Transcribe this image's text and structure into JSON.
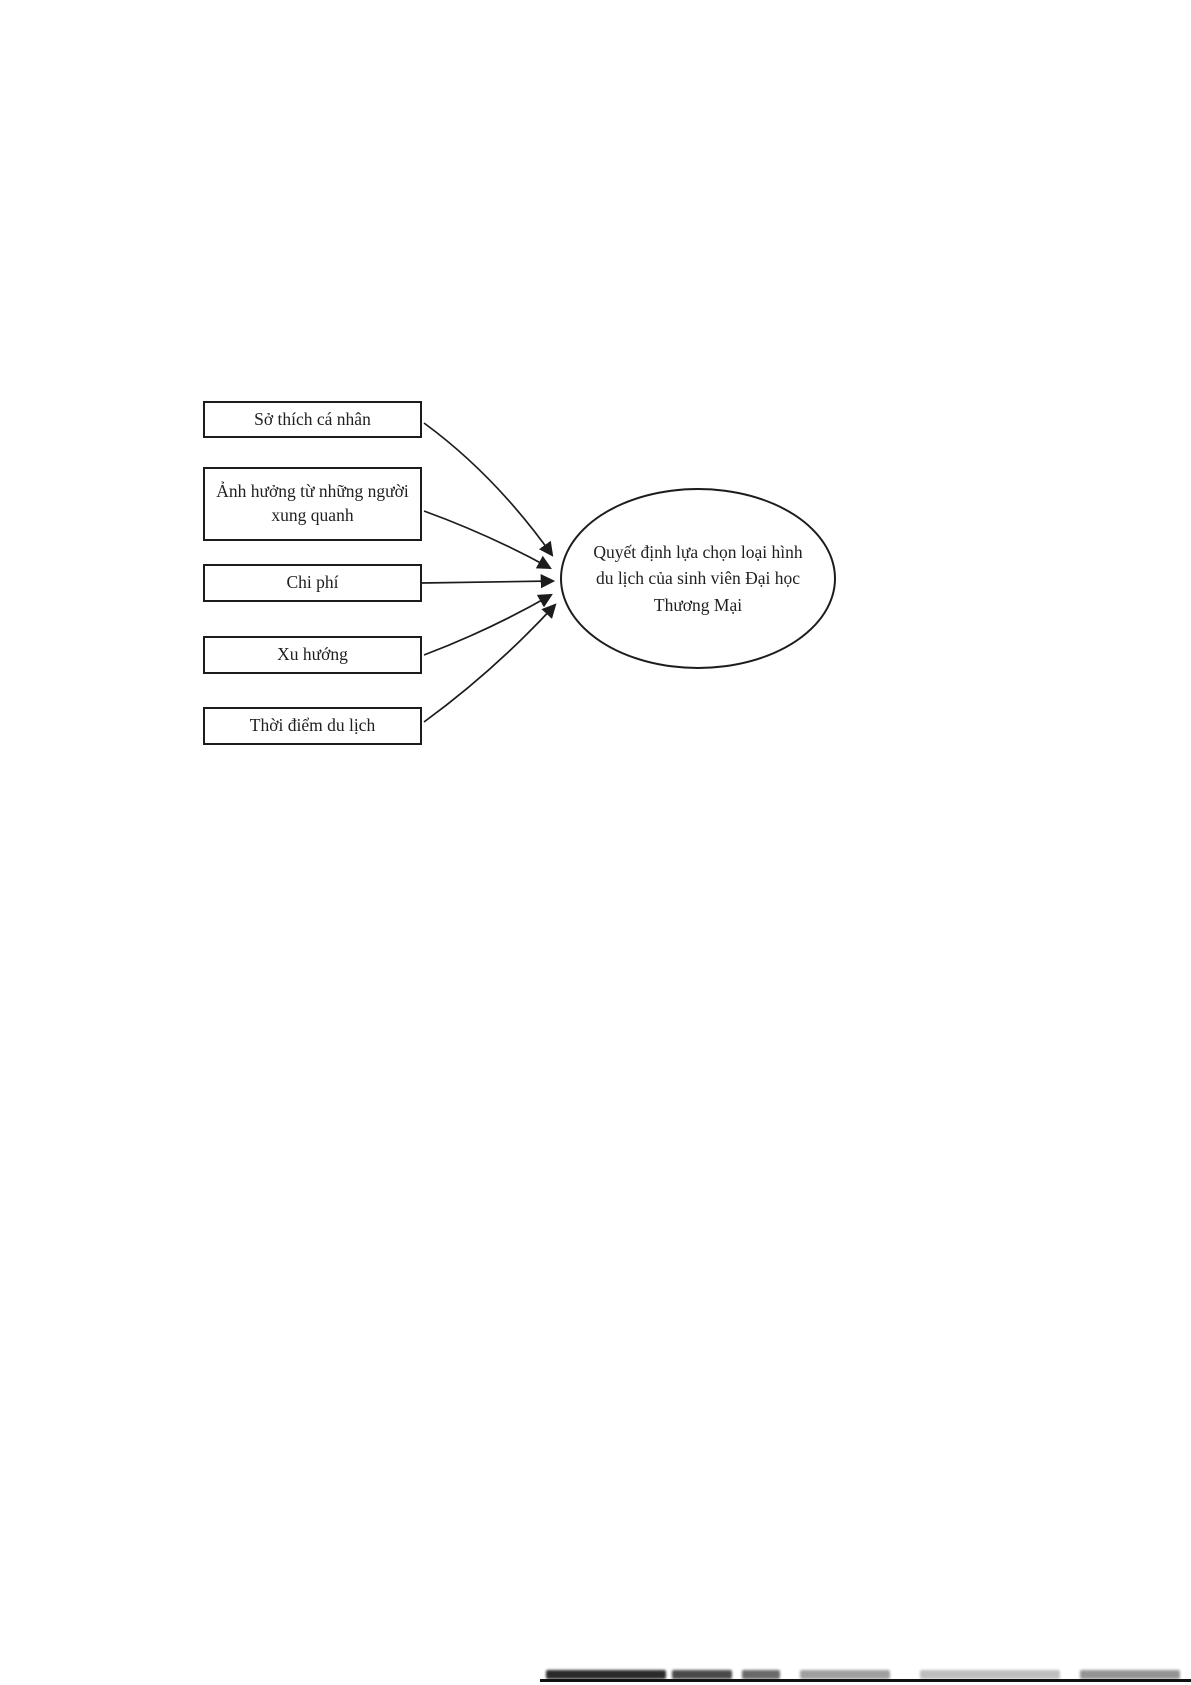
{
  "diagram": {
    "factors": [
      {
        "label": "Sở thích cá nhân"
      },
      {
        "label": "Ảnh hưởng từ những người xung quanh"
      },
      {
        "label": "Chi phí"
      },
      {
        "label": "Xu hướng"
      },
      {
        "label": "Thời điểm du lịch"
      }
    ],
    "outcome": {
      "label": "Quyết định lựa chọn loại hình du lịch của sinh viên Đại học Thương Mại"
    },
    "line_color": "#1c1c1c"
  }
}
